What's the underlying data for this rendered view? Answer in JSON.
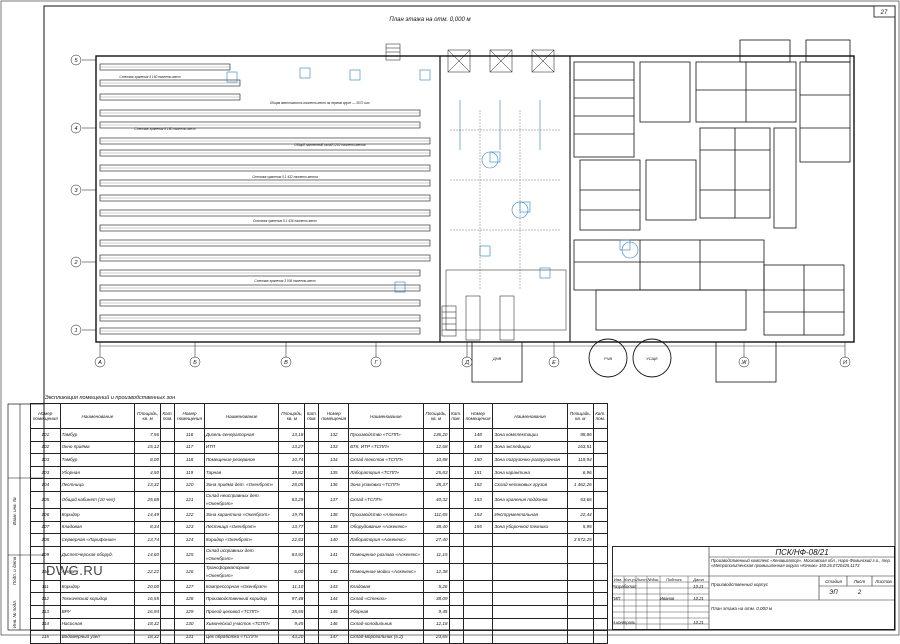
{
  "sheet_number": "27",
  "plan_title": "План этажа на отм. 0,000 м",
  "explication_title": "Экспликация помещений и производственных зон",
  "column_axes": [
    "А",
    "Б",
    "В",
    "Г",
    "Д",
    "Е",
    "Ж",
    "И"
  ],
  "row_axes": [
    "5",
    "4",
    "3",
    "2",
    "1"
  ],
  "column_headers": {
    "room_no": "Номер помещения",
    "name": "Наименование",
    "area": "Площадь, кв. м",
    "category": "Кат. пом."
  },
  "rooms": [
    [
      {
        "no": "101",
        "name": "Тамбур",
        "area": "7,56"
      },
      {
        "no": "102",
        "name": "Окно приёма",
        "area": "15,12"
      },
      {
        "no": "103",
        "name": "Тамбур",
        "area": "8,00"
      },
      {
        "no": "103",
        "name": "Уборная",
        "area": "4,50"
      },
      {
        "no": "104",
        "name": "Лестница",
        "area": "13,32"
      },
      {
        "no": "105",
        "name": "Общий кабинет (10 чел)",
        "area": "25,68"
      },
      {
        "no": "106",
        "name": "Коридор",
        "area": "14,49"
      },
      {
        "no": "107",
        "name": "Кладовая",
        "area": "8,34"
      },
      {
        "no": "108",
        "name": "Серверная «Ларифония»",
        "area": "13,74"
      },
      {
        "no": "109",
        "name": "Диспетчерская оборуд.",
        "area": "14,60"
      },
      {
        "no": "110",
        "name": "Аккум.",
        "area": "22,22"
      },
      {
        "no": "111",
        "name": "Коридор",
        "area": "20,00"
      },
      {
        "no": "112",
        "name": "Технический коридор",
        "area": "16,55"
      },
      {
        "no": "113",
        "name": "ВРУ",
        "area": "16,94"
      },
      {
        "no": "114",
        "name": "Насосная",
        "area": "18,32"
      },
      {
        "no": "115",
        "name": "Водомерный узел",
        "area": "18,32"
      }
    ],
    [
      {
        "no": "116",
        "name": "Дизель-генераторная",
        "area": "13,18"
      },
      {
        "no": "117",
        "name": "ИТП",
        "area": "13,27"
      },
      {
        "no": "118",
        "name": "Помещение резервное",
        "area": "10,74"
      },
      {
        "no": "119",
        "name": "Тарная",
        "area": "39,82"
      },
      {
        "no": "120",
        "name": "Зона приёма дет. «Окенбрэт»",
        "area": "28,05"
      },
      {
        "no": "121",
        "name": "Склад неисправных дет. «Окенбрэт»",
        "area": "83,29"
      },
      {
        "no": "122",
        "name": "Зона карантина «Окенбрэт»",
        "area": "19,75"
      },
      {
        "no": "123",
        "name": "Лестница «Окенбрэт»",
        "area": "13,77"
      },
      {
        "no": "124",
        "name": "Коридор «Окенбрэт»",
        "area": "22,53"
      },
      {
        "no": "125",
        "name": "Склад исправных дет. «Окенбрэт»",
        "area": "84,92"
      },
      {
        "no": "126",
        "name": "Трансформаторная «Окенбрэт»",
        "area": "6,00"
      },
      {
        "no": "127",
        "name": "Компрессорная «Окенбрэт»",
        "area": "11,10"
      },
      {
        "no": "128",
        "name": "Производственный коридор",
        "area": "97,48"
      },
      {
        "no": "129",
        "name": "Проезд цеховой «ТСПП»",
        "area": "35,55"
      },
      {
        "no": "130",
        "name": "Химический участок «ТСПП»",
        "area": "9,45"
      },
      {
        "no": "131",
        "name": "Цех обработки «ТСПП»",
        "area": "43,20"
      }
    ],
    [
      {
        "no": "132",
        "name": "Производство «ТСПП»",
        "area": "136,20"
      },
      {
        "no": "133",
        "name": "БТК, ИТР «ТСПП»",
        "area": "12,68"
      },
      {
        "no": "134",
        "name": "Склад текстов «ТСПП»",
        "area": "10,88"
      },
      {
        "no": "135",
        "name": "Лаборатория «ТСПП»",
        "area": "25,83"
      },
      {
        "no": "136",
        "name": "Зона упаковки «ТСПП»",
        "area": "35,37"
      },
      {
        "no": "137",
        "name": "Склад «ТСПП»",
        "area": "40,32"
      },
      {
        "no": "138",
        "name": "Производство «Алкекекс»",
        "area": "111,65"
      },
      {
        "no": "139",
        "name": "Оборудование «Алкекекс»",
        "area": "38,40"
      },
      {
        "no": "140",
        "name": "Лаборатория «Алкекекс»",
        "area": "27,40"
      },
      {
        "no": "141",
        "name": "Помещение разлива «Алкекекс»",
        "area": "11,15"
      },
      {
        "no": "142",
        "name": "Помещение мойки «Алкекекс»",
        "area": "12,38"
      },
      {
        "no": "143",
        "name": "Кладовая",
        "area": "5,26"
      },
      {
        "no": "144",
        "name": "Склад «Стекло»",
        "area": "38,09"
      },
      {
        "no": "145",
        "name": "Уборная",
        "area": "9,45"
      },
      {
        "no": "146",
        "name": "Склад-холодильник",
        "area": "12,18"
      },
      {
        "no": "147",
        "name": "Склад-морозильник (5.2)",
        "area": "23,65"
      }
    ],
    [
      {
        "no": "148",
        "name": "Зона комплектации",
        "area": "98,86"
      },
      {
        "no": "149",
        "name": "Зона экспедиции",
        "area": "163,51"
      },
      {
        "no": "150",
        "name": "Зона погрузочно-разгрузочная",
        "area": "119,94"
      },
      {
        "no": "151",
        "name": "Зона карантина",
        "area": "6,96"
      },
      {
        "no": "152",
        "name": "Склад непиковых грузов",
        "area": "1 462,26"
      },
      {
        "no": "153",
        "name": "Зона хранения поддонов",
        "area": "53,66"
      },
      {
        "no": "154",
        "name": "Инструментальная",
        "area": "22,44"
      },
      {
        "no": "155",
        "name": "Зона уборочной техники",
        "area": "5,95"
      },
      {
        "no": "",
        "name": "",
        "area": "3 572,25"
      },
      {
        "no": "",
        "name": "",
        "area": ""
      },
      {
        "no": "",
        "name": "",
        "area": ""
      },
      {
        "no": "",
        "name": "",
        "area": ""
      },
      {
        "no": "",
        "name": "",
        "area": ""
      },
      {
        "no": "",
        "name": "",
        "area": ""
      },
      {
        "no": "",
        "name": "",
        "area": ""
      },
      {
        "no": "",
        "name": "",
        "area": ""
      }
    ]
  ],
  "plan_labels": {
    "zone_a": "Общая вместимость паллето-мест на первом ярусе — 3072 шт.",
    "zone_b": "Общий паллетный склад 2202 паллето-места",
    "stack_1": "Стеллаж хранения 4 160 паллето-мест",
    "stack_2": "Стеллаж хранения 8 180 паллето-мест",
    "stack_3": "Стеллаж хранения 5.1 432 паллето-места",
    "stack_4": "Стеллаж хранения 5.1 436 паллето-мест",
    "stack_5": "Стеллаж хранения 3 936 паллето-мест",
    "tank_1": "РЧВ",
    "tank_2": "УСЩЕ",
    "pit_1": "ДНВ"
  },
  "title_block": {
    "code": "ПСК/НФ-08/21",
    "object": "Производственный комплекс «Кенавигатор». Московская обл., Наро-Фоминский г.о., тер. «Метрополитенская промышленная округа «Кочков» 150.26.0720425.1173",
    "building": "Производственный корпус",
    "sheet_name": "План этажа на отм. 0,000 м",
    "stage_label": "Стадия",
    "sheet_label": "Лист",
    "sheets_label": "Листов",
    "stage": "ЭП",
    "sheet": "2",
    "header_cells": [
      "Изм.",
      "Кол.уч",
      "Лист",
      "№док.",
      "Подпись",
      "Дата"
    ],
    "roles": [
      {
        "role": "Разработал",
        "name": "",
        "date": "10.21"
      },
      {
        "role": "ГИП",
        "name": "Иванов",
        "date": "10.21"
      },
      {
        "role": "",
        "name": "",
        "date": ""
      },
      {
        "role": "Н.контроль",
        "name": "",
        "date": "10.21"
      }
    ]
  },
  "side_stamps": [
    "Взам. инв. №",
    "Подп. и дата",
    "Инв. № подл."
  ],
  "watermark": "DWG.RU"
}
